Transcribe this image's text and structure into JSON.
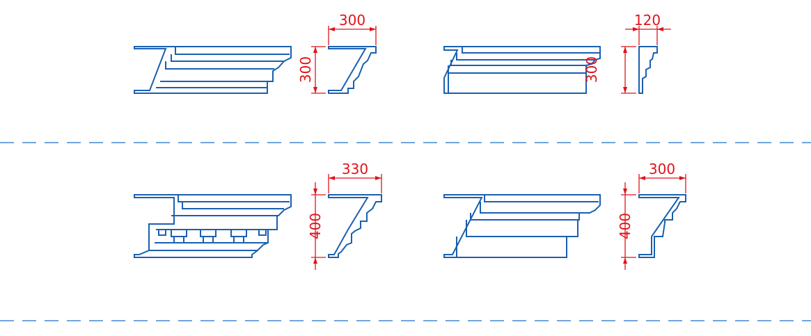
{
  "colors": {
    "profile": "#1a5fb0",
    "dimension": "#e0131a",
    "separator": "#1a6fc8",
    "background": "#ffffff"
  },
  "dimensions": {
    "p1_width": "300",
    "p1_height": "300",
    "p2_width": "120",
    "p2_height": "300",
    "p3_width": "330",
    "p3_height": "400",
    "p4_width": "300",
    "p4_height": "400"
  }
}
